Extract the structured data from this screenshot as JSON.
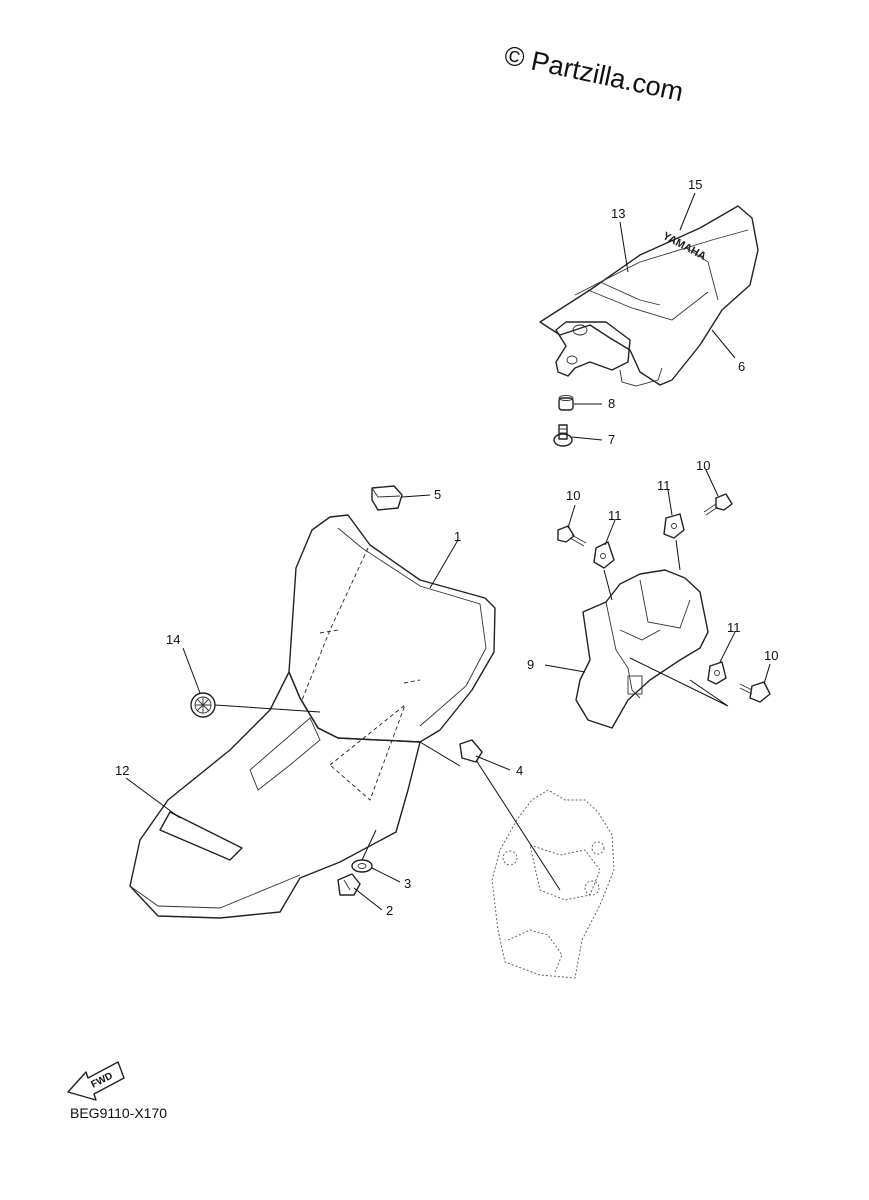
{
  "watermark": "© Partzilla.com",
  "diagram_code": "BEG9110-X170",
  "fwd_label": "FWD",
  "seat_logo_text": "YAMAHA",
  "callouts": {
    "c1": "1",
    "c2": "2",
    "c3": "3",
    "c4": "4",
    "c5": "5",
    "c6": "6",
    "c7": "7",
    "c8": "8",
    "c9": "9",
    "c10a": "10",
    "c10b": "10",
    "c10c": "10",
    "c11a": "11",
    "c11b": "11",
    "c11c": "11",
    "c12": "12",
    "c13": "13",
    "c14": "14",
    "c15": "15"
  }
}
